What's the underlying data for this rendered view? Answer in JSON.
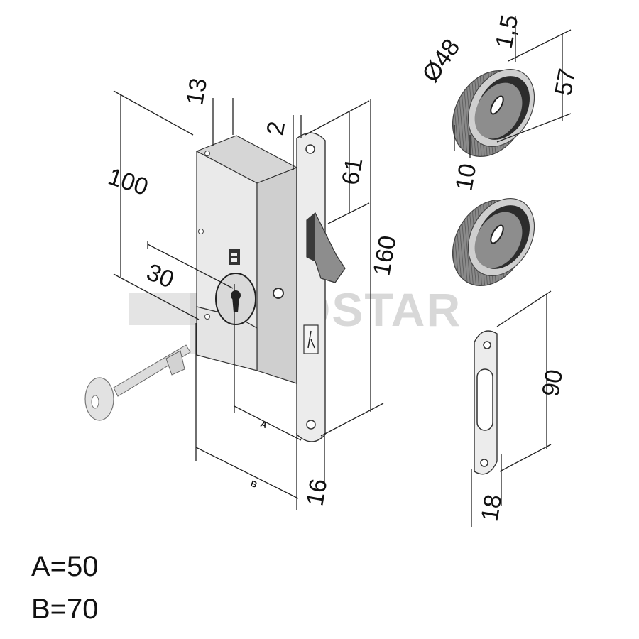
{
  "watermark": "ISKOSTAR",
  "dimensions": {
    "lock_height": "100",
    "lock_thickness": "13",
    "backset": "30",
    "faceplate_thickness": "2",
    "bolt_offset": "61",
    "faceplate_length": "160",
    "faceplate_width": "16",
    "rosette_diameter": "Ø48",
    "rosette_flange": "1,5",
    "rosette_height": "57",
    "rosette_depth": "10",
    "strike_length": "90",
    "strike_width": "18",
    "label_a": "A",
    "label_b": "B"
  },
  "legend": {
    "line_a": "A=50",
    "line_b": "B=70"
  },
  "colors": {
    "body": "#e9e9e9",
    "body_side": "#c9c9c9",
    "ring": "#7f7f7f",
    "recess": "#2c2c2c"
  }
}
